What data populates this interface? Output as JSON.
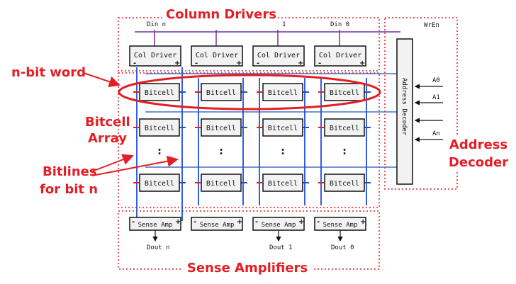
{
  "labels": {
    "column_drivers": "Column Drivers",
    "sense_amplifiers": "Sense Amplifiers",
    "n_bit_word": "n-bit word",
    "bitcell_array_line1": "Bitcell",
    "bitcell_array_line2": "Array",
    "bitlines_line1": "Bitlines",
    "bitlines_line2": "for bit n",
    "address_decoder_line1": "Address",
    "address_decoder_line2": "Decoder"
  },
  "signals": {
    "din_n": "Din n",
    "din_1": "1",
    "din_0": "Din 0",
    "wren": "WrEn",
    "a0": "A0",
    "a1": "A1",
    "an": "An",
    "dout_n": "Dout n",
    "dout_1": "Dout 1",
    "dout_0": "Dout 0"
  },
  "components": {
    "col_driver": "Col Driver",
    "bitcell": "Bitcell",
    "sense_amp": "Sense Amp",
    "address_decoder_block": "Address Decoder",
    "plus": "+",
    "minus": "-",
    "ellipsis": ":"
  },
  "colors": {
    "annotation_red": "#e31e24",
    "wordline_blue": "#4472c4",
    "bitline_blue": "#1f4fd8",
    "din_purple": "#7030a0",
    "box_fill": "#f2f2f2"
  }
}
